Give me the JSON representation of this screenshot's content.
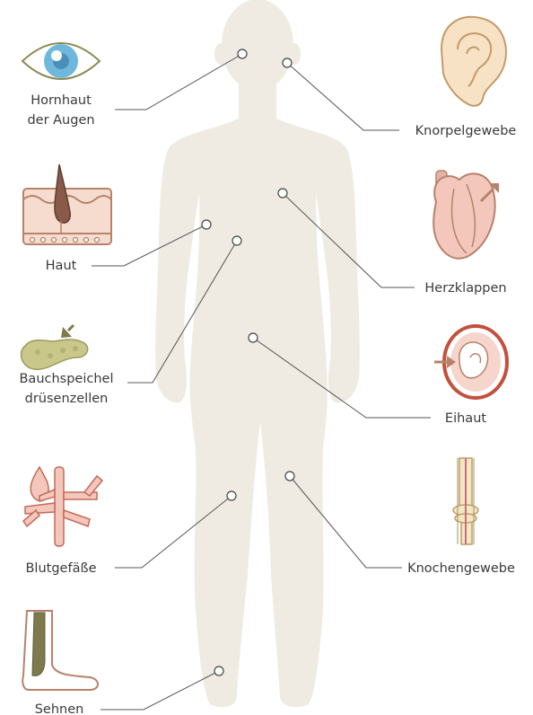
{
  "labels": {
    "cornea_line1": "Hornhaut",
    "cornea_line2": "der Augen",
    "cartilage": "Knorpelgewebe",
    "skin": "Haut",
    "heart_valves": "Herzklappen",
    "pancreas_line1": "Bauchspeichel",
    "pancreas_line2": "drüsenzellen",
    "amnion": "Eihaut",
    "blood_vessels": "Blutgefäße",
    "bone": "Knochengewebe",
    "tendons": "Sehnen"
  },
  "colors": {
    "body_silhouette": "#efebe2",
    "label_text": "#3a3a3a",
    "leader_line": "#555555",
    "organ_pink": "#f3c7bc",
    "organ_accent": "#b7826b",
    "pancreas_green": "#c9c88a",
    "tendon_dark": "#7d7a4e"
  }
}
